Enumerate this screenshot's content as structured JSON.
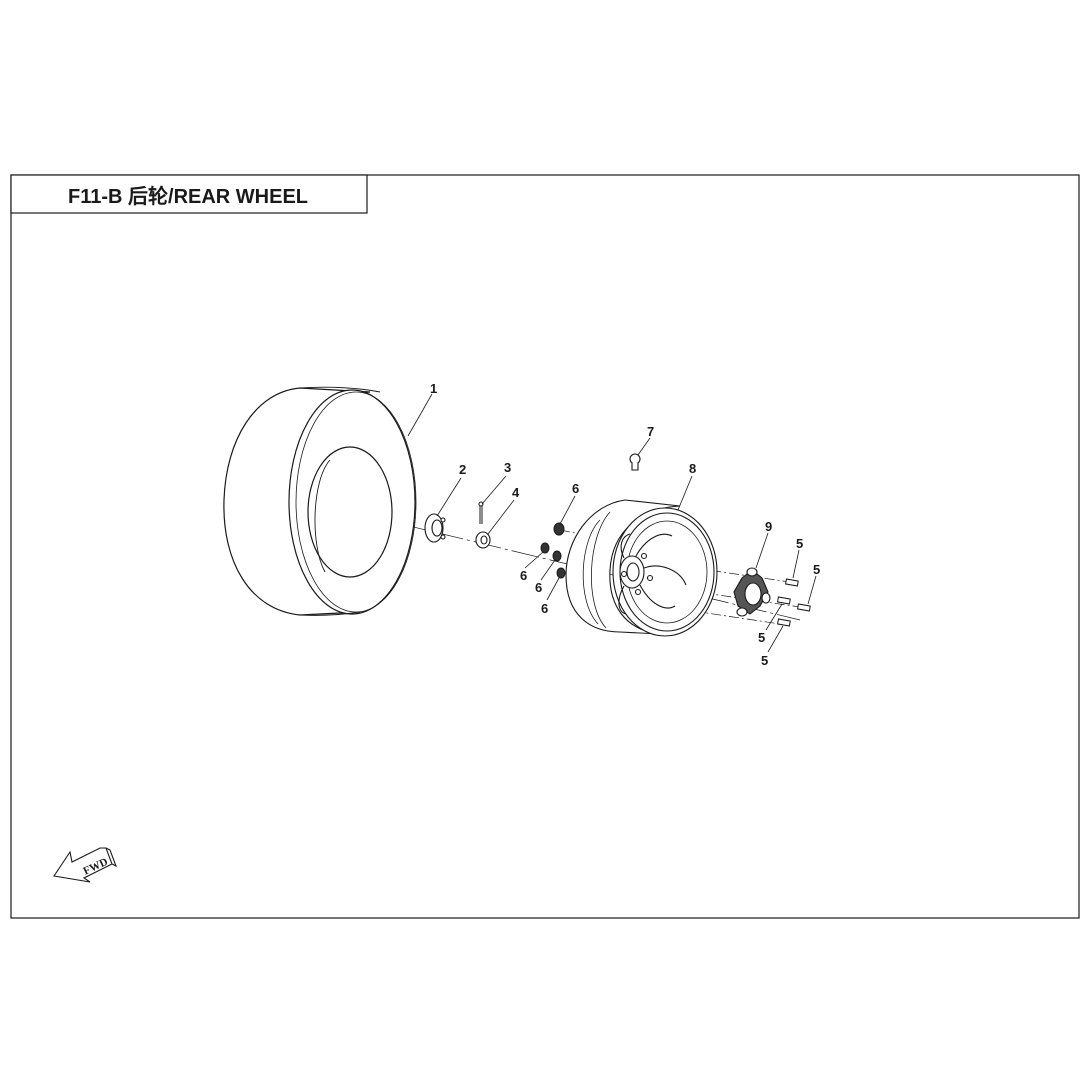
{
  "title": {
    "code": "F11-B",
    "text": "F11-B 后轮/REAR WHEEL"
  },
  "callouts": [
    {
      "id": "c1",
      "label": "1"
    },
    {
      "id": "c2",
      "label": "2"
    },
    {
      "id": "c3",
      "label": "3"
    },
    {
      "id": "c4",
      "label": "4"
    },
    {
      "id": "c5a",
      "label": "5"
    },
    {
      "id": "c5b",
      "label": "5"
    },
    {
      "id": "c5c",
      "label": "5"
    },
    {
      "id": "c5d",
      "label": "5"
    },
    {
      "id": "c6a",
      "label": "6"
    },
    {
      "id": "c6b",
      "label": "6"
    },
    {
      "id": "c6c",
      "label": "6"
    },
    {
      "id": "c6d",
      "label": "6"
    },
    {
      "id": "c7",
      "label": "7"
    },
    {
      "id": "c8",
      "label": "8"
    },
    {
      "id": "c9",
      "label": "9"
    }
  ],
  "direction_arrow": {
    "label": "FWD"
  },
  "colors": {
    "line": "#1a1a1a",
    "part_fill": "#ffffff"
  }
}
